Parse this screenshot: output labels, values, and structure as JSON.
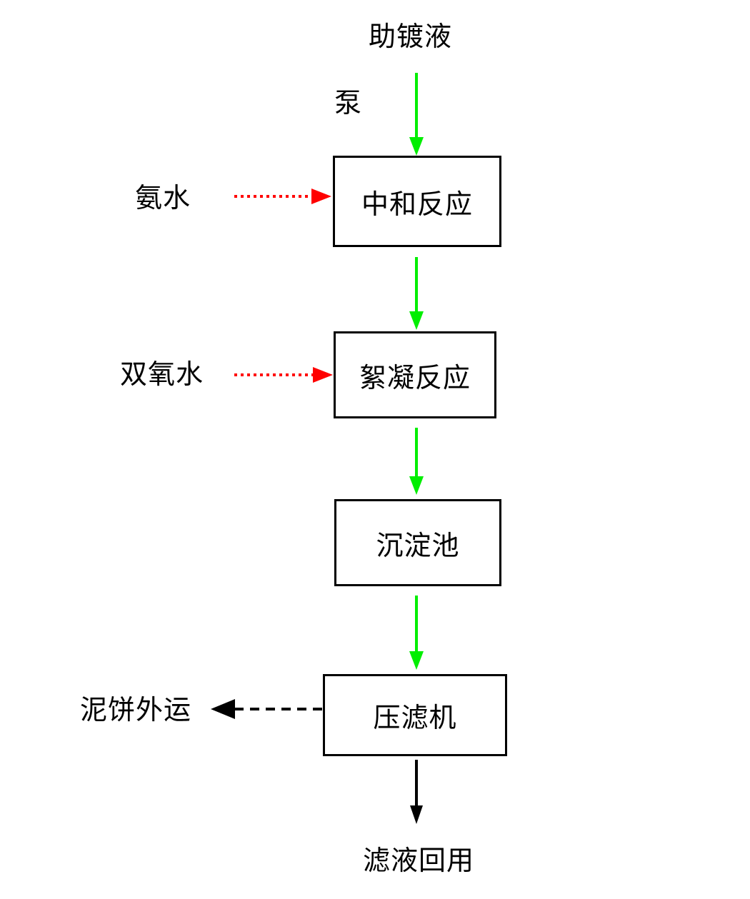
{
  "diagram": {
    "title": "助镀液",
    "background_color": "#ffffff",
    "node_border_color": "#000000",
    "flow_arrow_color": "#00ee00",
    "reagent_arrow_color": "#ff0000",
    "waste_arrow_color": "#000000",
    "nodes": [
      {
        "id": "neutralization",
        "label": "中和反应"
      },
      {
        "id": "flocculation",
        "label": "絮凝反应"
      },
      {
        "id": "sedimentation",
        "label": "沉淀池"
      },
      {
        "id": "filter-press",
        "label": "压滤机"
      }
    ],
    "labels": {
      "inlet": "助镀液",
      "pump": "泵",
      "reagent_1": "氨水",
      "reagent_2": "双氧水",
      "sludge_output": "泥饼外运",
      "filtrate_output": "滤液回用"
    },
    "connections": [
      {
        "id": "inlet-to-neutralization",
        "from": "助镀液",
        "to": "中和反应",
        "style": "solid",
        "color": "#00ee00",
        "direction": "down"
      },
      {
        "id": "ammonia-to-neutralization",
        "from": "氨水",
        "to": "中和反应",
        "style": "dotted",
        "color": "#ff0000",
        "direction": "right"
      },
      {
        "id": "neutralization-to-flocculation",
        "from": "中和反应",
        "to": "絮凝反应",
        "style": "solid",
        "color": "#00ee00",
        "direction": "down"
      },
      {
        "id": "peroxide-to-flocculation",
        "from": "双氧水",
        "to": "絮凝反应",
        "style": "dotted",
        "color": "#ff0000",
        "direction": "right"
      },
      {
        "id": "flocculation-to-sedimentation",
        "from": "絮凝反应",
        "to": "沉淀池",
        "style": "solid",
        "color": "#00ee00",
        "direction": "down"
      },
      {
        "id": "sedimentation-to-filterpress",
        "from": "沉淀池",
        "to": "压滤机",
        "style": "solid",
        "color": "#00ee00",
        "direction": "down"
      },
      {
        "id": "filterpress-to-sludge",
        "from": "压滤机",
        "to": "泥饼外运",
        "style": "dashed",
        "color": "#000000",
        "direction": "left"
      },
      {
        "id": "filterpress-to-filtrate",
        "from": "压滤机",
        "to": "滤液回用",
        "style": "solid",
        "color": "#000000",
        "direction": "down"
      }
    ]
  }
}
